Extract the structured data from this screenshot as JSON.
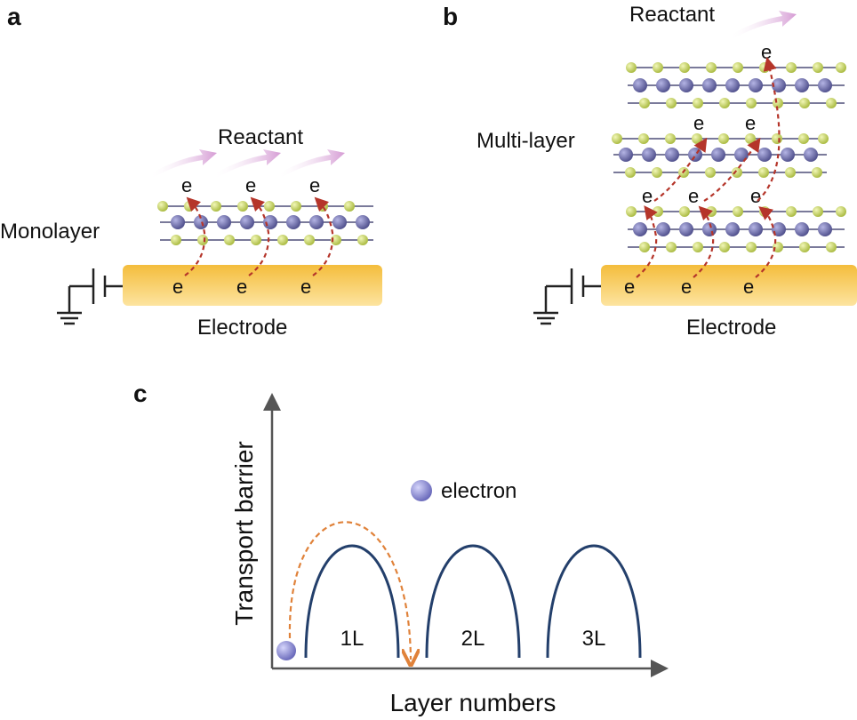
{
  "panel_a": {
    "letter": "a",
    "reactant_label": "Reactant",
    "layer_label": "Monolayer",
    "electrode_label": "Electrode",
    "electron_symbol": "e"
  },
  "panel_b": {
    "letter": "b",
    "reactant_label": "Reactant",
    "layer_label": "Multi-layer",
    "electrode_label": "Electrode",
    "electron_symbol": "e"
  },
  "panel_c": {
    "letter": "c",
    "y_axis_label": "Transport barrier",
    "x_axis_label": "Layer numbers",
    "legend_label": "electron",
    "barriers": [
      "1L",
      "2L",
      "3L"
    ]
  },
  "colors": {
    "electrode": "#f7c85a",
    "metal_atom": "#6a6aa8",
    "chalcogen_atom": "#c9d85a",
    "electron_path": "#b5352a",
    "reactant_arrow": "#d6a8d8",
    "barrier_curve": "#233f6b",
    "hop_arrow": "#e0823a",
    "electron_ball": "#8f8fd8"
  }
}
